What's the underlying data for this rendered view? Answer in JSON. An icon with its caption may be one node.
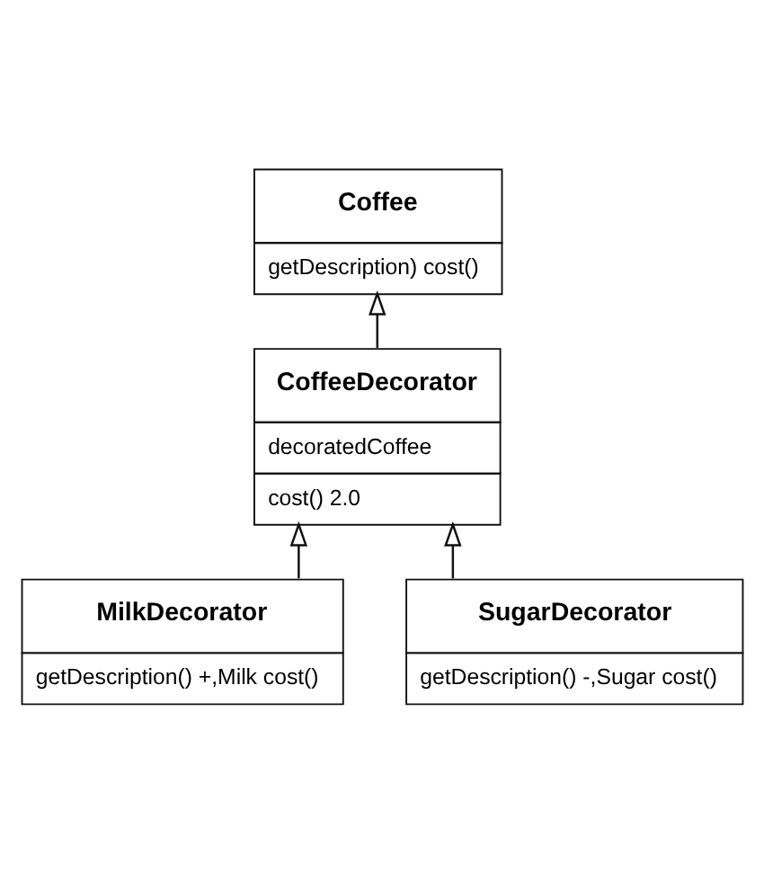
{
  "diagram": {
    "nodes": [
      {
        "text": [
          "Coffee",
          "getDescription) cost()"
        ]
      },
      {
        "text": [
          "CoffeeDecorator",
          "decoratedCoffee",
          "cost() 2.0"
        ]
      },
      {
        "text": [
          "MilkDecorator",
          "getDescription() +,Milk cost()"
        ]
      },
      {
        "text": [
          "SugarDecorator",
          "getDescription() -,Sugar cost()"
        ]
      }
    ],
    "edges": [
      {
        "from": 1,
        "to": 0,
        "arrow": "to"
      },
      {
        "from": 2,
        "to": 1,
        "arrow": "to"
      },
      {
        "from": 3,
        "to": 1,
        "arrow": "to"
      }
    ]
  }
}
